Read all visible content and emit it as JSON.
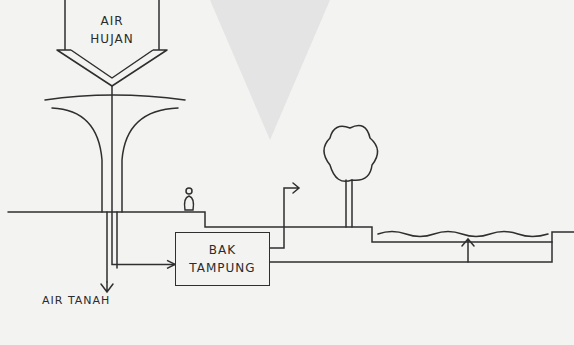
{
  "diagram": {
    "nodes": [
      {
        "text": [
          "AIR HUJAN"
        ]
      },
      {
        "text": [
          "BAK TAMPUNG"
        ]
      }
    ],
    "edges": [
      {
        "from": 0,
        "to": 1,
        "arrow": "to"
      }
    ],
    "labels": [
      "AIR TANAH"
    ]
  }
}
